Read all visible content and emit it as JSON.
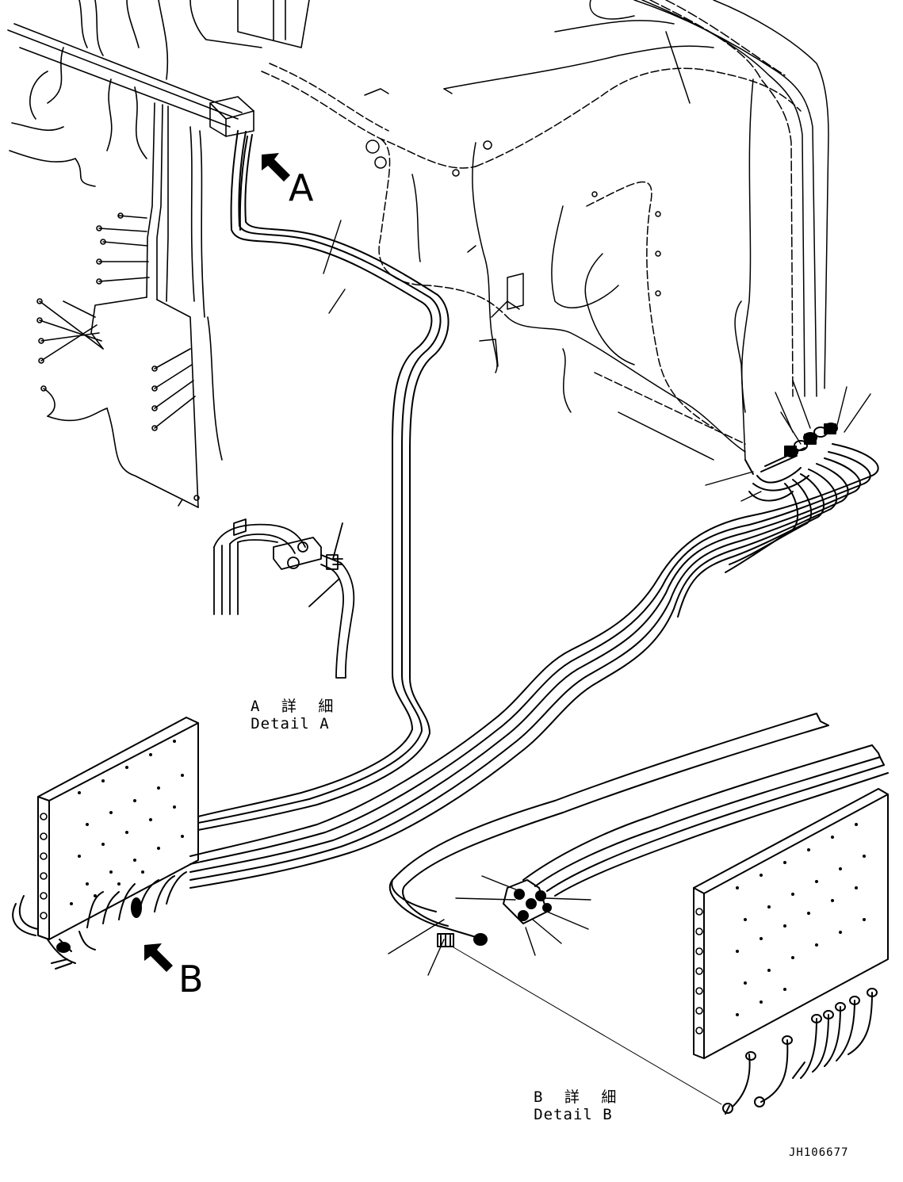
{
  "labels": {
    "view_a_letter": "A",
    "view_b_letter": "B",
    "detail_a_jp": "A 詳 細",
    "detail_a_en": "Detail A",
    "detail_b_jp": "B 詳 細",
    "detail_b_en": "Detail B",
    "drawing_ref": "JH106677"
  },
  "colors": {
    "line": "#000000",
    "background": "#ffffff"
  },
  "icons": {
    "view_arrow": "view-direction-arrow-icon"
  }
}
